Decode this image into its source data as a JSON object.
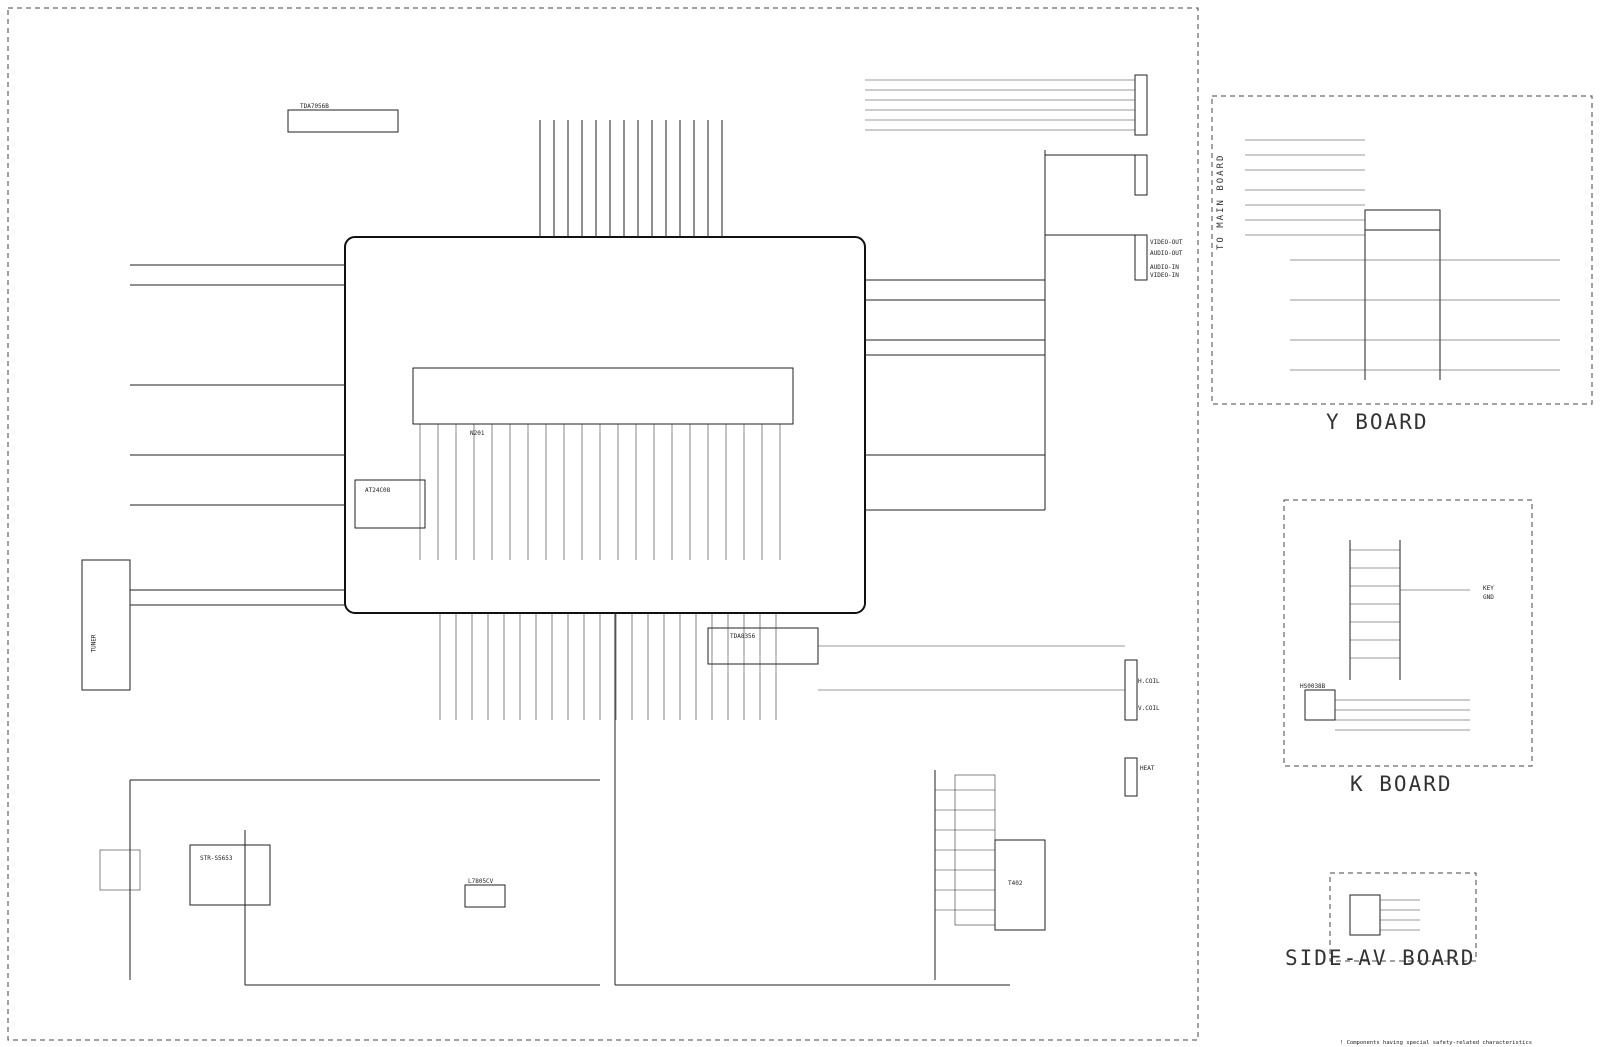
{
  "boards": {
    "y_board": "Y BOARD",
    "k_board": "K BOARD",
    "side_av_board": "SIDE-AV BOARD",
    "to_main_board": "TO MAIN BOARD"
  },
  "components": {
    "main_chip": "N201",
    "video_amp": "TDA7056B",
    "vertical_ic": "TDA8356",
    "power_ic": "STR-S5653",
    "eeprom": "AT24C08",
    "regulator": "L7805CV",
    "tuner": "TUNER",
    "fbt": "T402",
    "ir_receiver": "HS0038B"
  },
  "connectors": {
    "audio_out": "AUDIO-OUT",
    "video_out": "VIDEO-OUT",
    "audio_in": "AUDIO-IN",
    "video_in": "VIDEO-IN",
    "h_coil": "H.COIL",
    "v_coil": "V.COIL",
    "heat": "HEAT",
    "key": "KEY",
    "gnd": "GND"
  },
  "footnote": "! Components having special safety-related characteristics"
}
